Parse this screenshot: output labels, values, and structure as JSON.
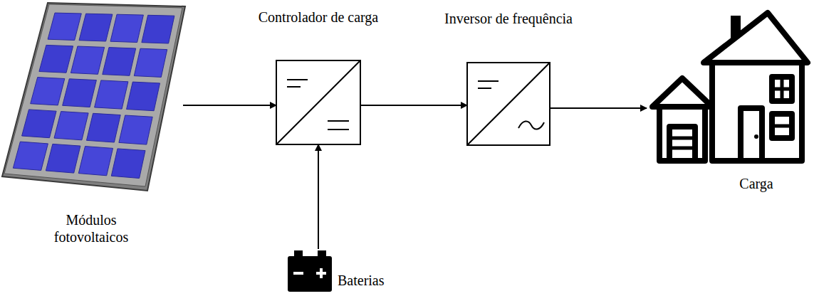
{
  "diagram": {
    "nodes": [
      {
        "text": [
          "Módulos fotovoltaicos"
        ]
      },
      {
        "text": [
          "Controlador de carga"
        ]
      },
      {
        "text": [
          "Inversor de frequência"
        ]
      },
      {
        "text": [
          "Carga"
        ]
      },
      {
        "text": [
          "Baterias"
        ]
      }
    ],
    "edges": [
      {
        "from": 0,
        "to": 1,
        "arrow": "to"
      },
      {
        "from": 1,
        "to": 2,
        "arrow": "to"
      },
      {
        "from": 2,
        "to": 3,
        "arrow": "to"
      },
      {
        "from": 4,
        "to": 1,
        "arrow": "to"
      }
    ]
  }
}
